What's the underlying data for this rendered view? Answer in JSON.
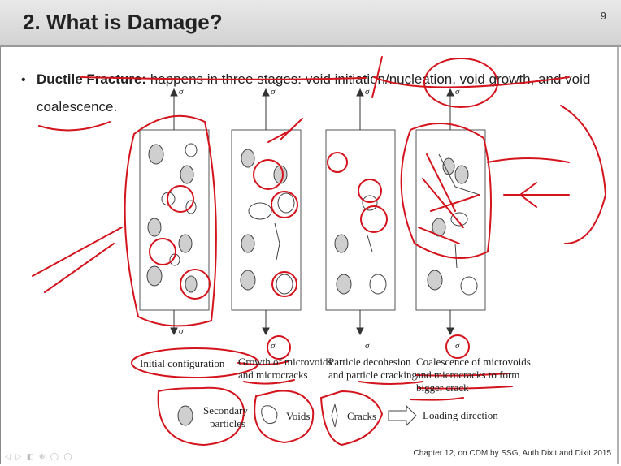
{
  "slide": {
    "title": "2. What is Damage?",
    "page_number": "9",
    "bullet_char": "•",
    "bullet": {
      "lead": "Ductile Fracture:",
      "text": " happens in three stages: void initiation/nucleation, void growth, and void",
      "cont": "coalescence."
    },
    "sigma": "σ",
    "captions": {
      "c1": "Initial configuration",
      "c2a": "Growth of microvoids",
      "c2b": "and microcracks",
      "c3a": "Particle decohesion",
      "c3b": "and particle cracking",
      "c4a": "Coalescence of microvoids",
      "c4b": "and microcracks to form",
      "c4c": "bigger crack"
    },
    "legend": {
      "secondary_a": "Secondary",
      "secondary_b": "particles",
      "voids": "Voids",
      "cracks": "Cracks",
      "loading": "Loading direction"
    },
    "footer": "Chapter 12, on CDM by SSG, Auth Dixit and Dixit 2015",
    "controls": "◁ ▷ ◧ ⊕ ◯ ◯"
  },
  "colors": {
    "ink": "#d4141c",
    "text": "#222222",
    "title_bg": "#dedede"
  }
}
